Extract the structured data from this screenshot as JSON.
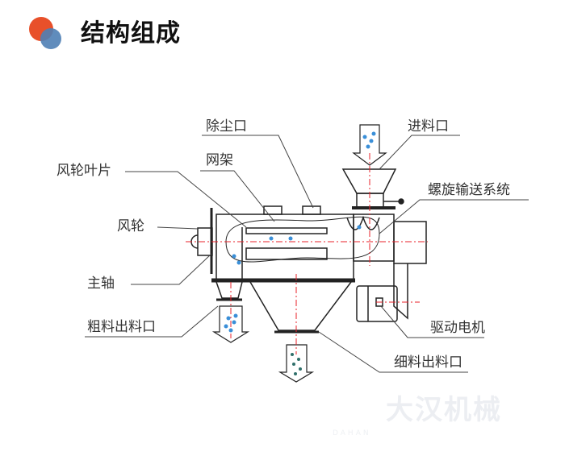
{
  "header": {
    "title": "结构组成"
  },
  "labels": {
    "dust_outlet": "除尘口",
    "feed_inlet": "进料口",
    "screen_frame": "网架",
    "impeller_blades": "风轮叶片",
    "screw_conveyor": "螺旋输送系统",
    "impeller": "风轮",
    "main_shaft": "主轴",
    "coarse_outlet": "粗料出料口",
    "drive_motor": "驱动电机",
    "fine_outlet": "细料出料口"
  },
  "watermark": {
    "brand": "大汉机械",
    "latin": "DAHAN"
  },
  "colors": {
    "accent_orange": "#e8502a",
    "accent_blue": "#4f7fb5",
    "centerline": "#e8202a",
    "particle_blue": "#3a8fd8",
    "particle_green": "#2f6f6a",
    "line": "#222222"
  }
}
